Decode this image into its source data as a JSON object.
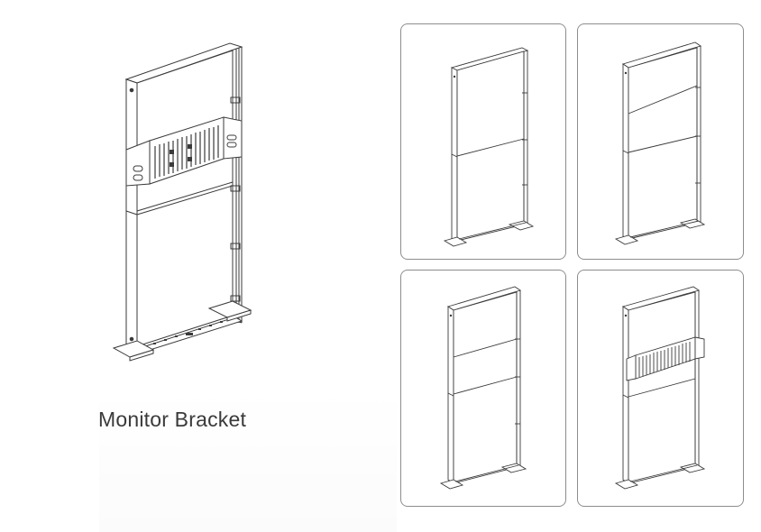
{
  "hero": {
    "caption": "Monitor Bracket",
    "icon": "stand-with-monitor-bracket-drawing"
  },
  "panels": [
    {
      "id": "panel-1",
      "icon": "stand-one-crossbar-drawing",
      "crossbars": 1,
      "bracket": false
    },
    {
      "id": "panel-2",
      "icon": "stand-angled-and-crossbar-drawing",
      "crossbars": 2,
      "angled_bar": true,
      "bracket": false
    },
    {
      "id": "panel-3",
      "icon": "stand-two-crossbars-drawing",
      "crossbars": 2,
      "bracket": false
    },
    {
      "id": "panel-4",
      "icon": "stand-bracket-drawing",
      "crossbars": 1,
      "bracket": true
    }
  ],
  "colors": {
    "line": "#3a3a3a",
    "panel_border": "#8d8d8d",
    "background": "#ffffff",
    "caption": "#3a3a3a"
  }
}
